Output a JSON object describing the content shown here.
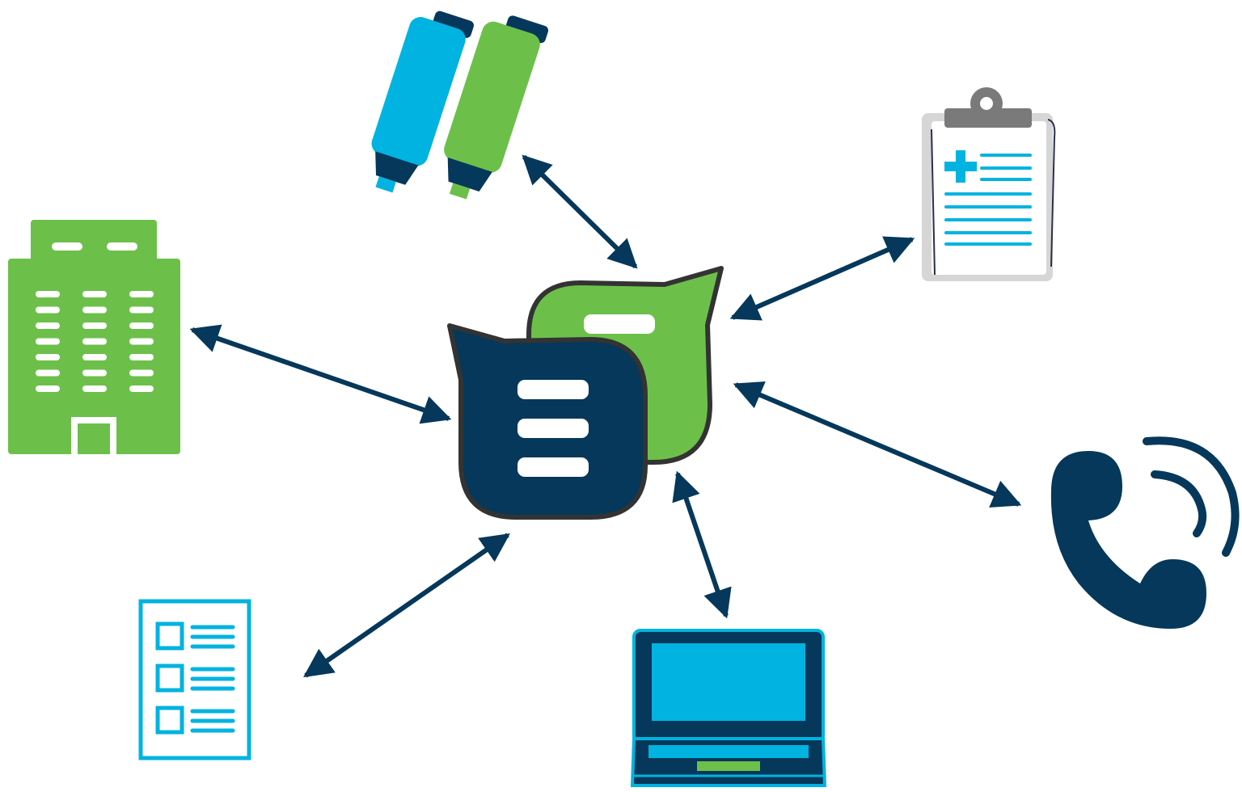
{
  "diagram": {
    "type": "hub-and-spoke",
    "hub": {
      "icon": "chat-bubbles-icon"
    },
    "nodes": [
      {
        "id": "building",
        "icon": "office-building-icon"
      },
      {
        "id": "highlighters",
        "icon": "highlighter-markers-icon"
      },
      {
        "id": "clipboard",
        "icon": "medical-clipboard-icon"
      },
      {
        "id": "phone",
        "icon": "phone-call-icon"
      },
      {
        "id": "laptop",
        "icon": "laptop-icon"
      },
      {
        "id": "checklist",
        "icon": "checklist-document-icon"
      }
    ],
    "connections": [
      {
        "from": "hub",
        "to": "building",
        "direction": "bidirectional"
      },
      {
        "from": "hub",
        "to": "highlighters",
        "direction": "bidirectional"
      },
      {
        "from": "hub",
        "to": "clipboard",
        "direction": "bidirectional"
      },
      {
        "from": "hub",
        "to": "phone",
        "direction": "bidirectional"
      },
      {
        "from": "hub",
        "to": "laptop",
        "direction": "bidirectional"
      },
      {
        "from": "hub",
        "to": "checklist",
        "direction": "bidirectional"
      }
    ]
  },
  "colors": {
    "navy": "#05385a",
    "green": "#6cc04a",
    "cyan": "#00b3e0",
    "outline": "#333333",
    "gray": "#7a7a7a",
    "light_gray": "#d6d6d6",
    "white": "#ffffff"
  }
}
